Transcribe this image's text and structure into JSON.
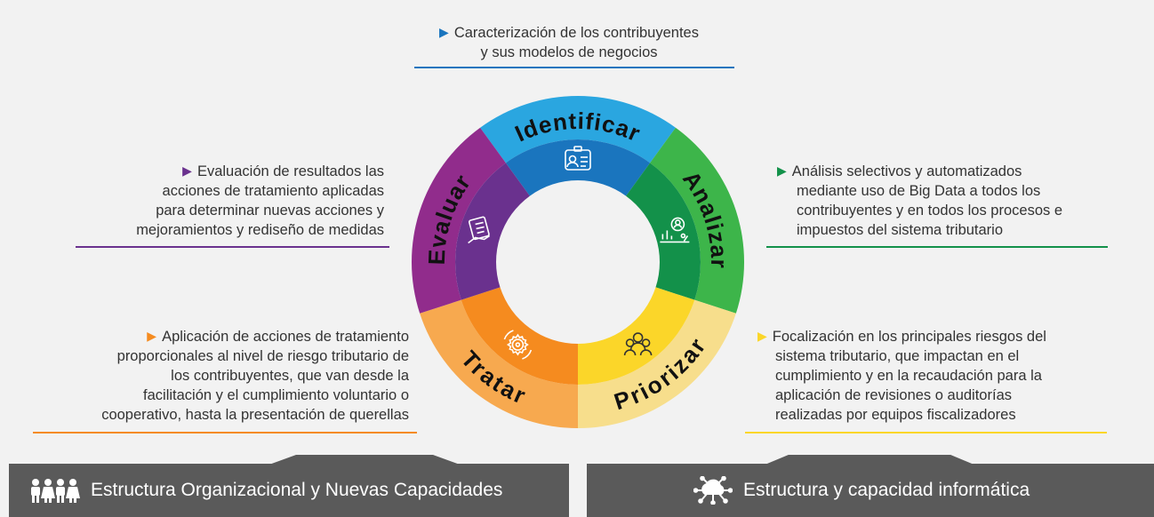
{
  "colors": {
    "identificar": "#2aa6e0",
    "identificar_inner": "#1a75be",
    "analizar": "#3db54a",
    "analizar_inner": "#13914a",
    "priorizar": "#f7de8c",
    "priorizar_inner": "#fbd629",
    "tratar": "#f7a94f",
    "tratar_inner": "#f58b1f",
    "evaluar": "#912c8c",
    "evaluar_inner": "#6a318e",
    "bar": "#5a5a5a",
    "background": "#f2f2f2"
  },
  "segments": [
    {
      "key": "identificar",
      "label": "Identificar",
      "icon": "id-card-icon"
    },
    {
      "key": "analizar",
      "label": "Analizar",
      "icon": "analytics-icon"
    },
    {
      "key": "priorizar",
      "label": "Priorizar",
      "icon": "people-group-icon"
    },
    {
      "key": "tratar",
      "label": "Tratar",
      "icon": "gear-cycle-icon"
    },
    {
      "key": "evaluar",
      "label": "Evaluar",
      "icon": "checklist-hand-icon"
    }
  ],
  "descriptions": {
    "identificar": [
      "Caracterización de los contribuyentes",
      "y sus modelos de negocios"
    ],
    "analizar": [
      "Análisis selectivos y automatizados",
      "mediante uso de Big Data a todos los",
      "contribuyentes y en todos los procesos e",
      "impuestos del sistema tributario"
    ],
    "priorizar": [
      "Focalización  en los principales riesgos del",
      "sistema tributario, que impactan en el",
      "cumplimiento y en la recaudación para la",
      "aplicación de revisiones o auditorías",
      "realizadas por equipos fiscalizadores"
    ],
    "tratar": [
      "Aplicación de acciones de tratamiento",
      "proporcionales al nivel de riesgo tributario de",
      "los contribuyentes, que van desde la",
      "facilitación y el cumplimiento voluntario o",
      "cooperativo, hasta la presentación de querellas"
    ],
    "evaluar": [
      "Evaluación de resultados las",
      "acciones de tratamiento aplicadas",
      "para determinar nuevas acciones y",
      "mejoramientos y rediseño de medidas"
    ]
  },
  "bottom_bars": {
    "left": {
      "label": "Estructura Organizacional y Nuevas Capacidades",
      "icon": "people-group-icon"
    },
    "right": {
      "label": "Estructura y capacidad informática",
      "icon": "cloud-network-icon"
    }
  }
}
